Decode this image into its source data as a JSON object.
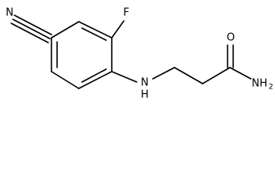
{
  "molecule": {
    "atoms": {
      "nitrile_n": "N",
      "fluorine": "F",
      "amine_n": "N",
      "amine_h": "H",
      "carbonyl_o": "O",
      "amide_n": "NH",
      "amide_h_subscript": "2"
    }
  }
}
